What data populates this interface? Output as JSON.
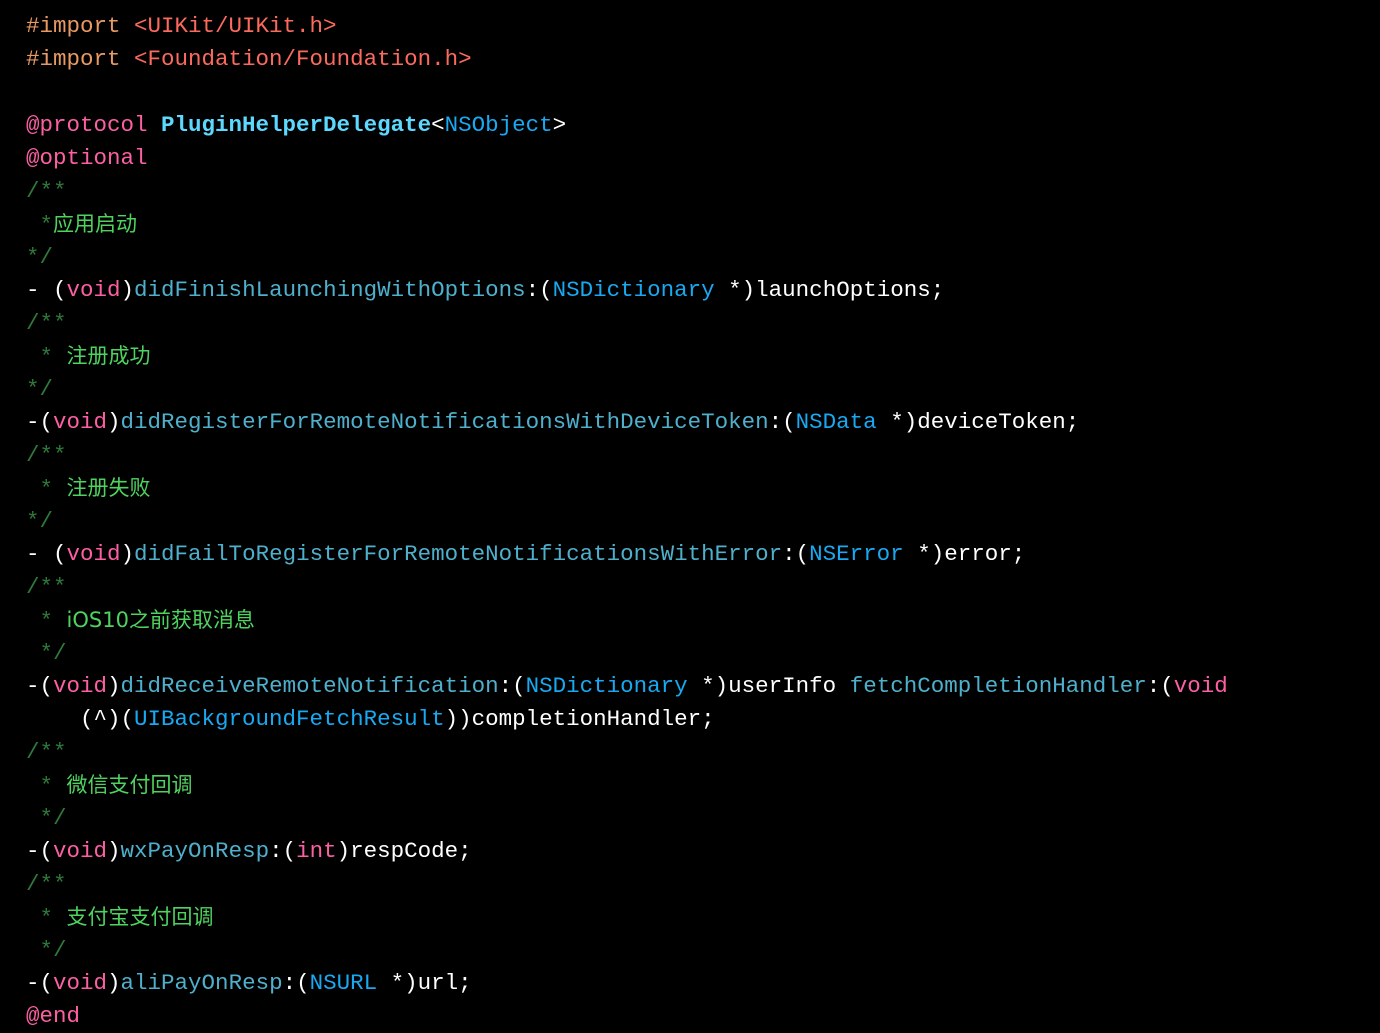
{
  "colors": {
    "background": "#000000",
    "preprocessor": "#e89a62",
    "string": "#fc6a5d",
    "keyword": "#fc5fa3",
    "declaration": "#5dd8ff",
    "type": "#19a9f2",
    "method": "#4eb0cc",
    "comment": "#2f7a3a",
    "comment_text": "#4fd35f"
  },
  "code": {
    "lines": [
      [
        [
          "cm",
          "//"
        ]
      ],
      [
        [
          "pp",
          "#import "
        ],
        [
          "str",
          "<UIKit/UIKit.h>"
        ]
      ],
      [
        [
          "pp",
          "#import "
        ],
        [
          "str",
          "<Foundation/Foundation.h>"
        ]
      ],
      [],
      [
        [
          "kw",
          "@protocol "
        ],
        [
          "decl",
          "PluginHelperDelegate"
        ],
        [
          "pl",
          "<"
        ],
        [
          "type",
          "NSObject"
        ],
        [
          "pl",
          ">"
        ]
      ],
      [
        [
          "kw",
          "@optional"
        ]
      ],
      [
        [
          "cm",
          "/**"
        ]
      ],
      [
        [
          "cm",
          " *"
        ],
        [
          "ct",
          "应用启动"
        ]
      ],
      [
        [
          "cm",
          "*/"
        ]
      ],
      [
        [
          "pl",
          "- ("
        ],
        [
          "kw",
          "void"
        ],
        [
          "pl",
          ")"
        ],
        [
          "fn",
          "didFinishLaunchingWithOptions"
        ],
        [
          "pl",
          ":("
        ],
        [
          "type",
          "NSDictionary"
        ],
        [
          "pl",
          " *)launchOptions;"
        ]
      ],
      [
        [
          "cm",
          "/**"
        ]
      ],
      [
        [
          "cm",
          " * "
        ],
        [
          "ct",
          "注册成功"
        ]
      ],
      [
        [
          "cm",
          "*/"
        ]
      ],
      [
        [
          "pl",
          "-("
        ],
        [
          "kw",
          "void"
        ],
        [
          "pl",
          ")"
        ],
        [
          "fn",
          "didRegisterForRemoteNotificationsWithDeviceToken"
        ],
        [
          "pl",
          ":("
        ],
        [
          "type",
          "NSData"
        ],
        [
          "pl",
          " *)deviceToken;"
        ]
      ],
      [
        [
          "cm",
          "/**"
        ]
      ],
      [
        [
          "cm",
          " * "
        ],
        [
          "ct",
          "注册失败"
        ]
      ],
      [
        [
          "cm",
          "*/"
        ]
      ],
      [
        [
          "pl",
          "- ("
        ],
        [
          "kw",
          "void"
        ],
        [
          "pl",
          ")"
        ],
        [
          "fn",
          "didFailToRegisterForRemoteNotificationsWithError"
        ],
        [
          "pl",
          ":("
        ],
        [
          "type",
          "NSError"
        ],
        [
          "pl",
          " *)error;"
        ]
      ],
      [
        [
          "cm",
          "/**"
        ]
      ],
      [
        [
          "cm",
          " * "
        ],
        [
          "ct",
          "iOS10之前获取消息"
        ]
      ],
      [
        [
          "cm",
          " */"
        ]
      ],
      [
        [
          "pl",
          "-("
        ],
        [
          "kw",
          "void"
        ],
        [
          "pl",
          ")"
        ],
        [
          "fn",
          "didReceiveRemoteNotification"
        ],
        [
          "pl",
          ":("
        ],
        [
          "type",
          "NSDictionary"
        ],
        [
          "pl",
          " *)userInfo "
        ],
        [
          "fn",
          "fetchCompletionHandler"
        ],
        [
          "pl",
          ":("
        ],
        [
          "kw",
          "void"
        ]
      ],
      [
        [
          "pl",
          "    (^)("
        ],
        [
          "type",
          "UIBackgroundFetchResult"
        ],
        [
          "pl",
          "))completionHandler;"
        ]
      ],
      [
        [
          "cm",
          "/**"
        ]
      ],
      [
        [
          "cm",
          " * "
        ],
        [
          "ct",
          "微信支付回调"
        ]
      ],
      [
        [
          "cm",
          " */"
        ]
      ],
      [
        [
          "pl",
          "-("
        ],
        [
          "kw",
          "void"
        ],
        [
          "pl",
          ")"
        ],
        [
          "fn",
          "wxPayOnResp"
        ],
        [
          "pl",
          ":("
        ],
        [
          "kw",
          "int"
        ],
        [
          "pl",
          ")respCode;"
        ]
      ],
      [
        [
          "cm",
          "/**"
        ]
      ],
      [
        [
          "cm",
          " * "
        ],
        [
          "ct",
          "支付宝支付回调"
        ]
      ],
      [
        [
          "cm",
          " */"
        ]
      ],
      [
        [
          "pl",
          "-("
        ],
        [
          "kw",
          "void"
        ],
        [
          "pl",
          ")"
        ],
        [
          "fn",
          "aliPayOnResp"
        ],
        [
          "pl",
          ":("
        ],
        [
          "type",
          "NSURL"
        ],
        [
          "pl",
          " *)url;"
        ]
      ],
      [
        [
          "kw",
          "@end"
        ]
      ]
    ]
  }
}
